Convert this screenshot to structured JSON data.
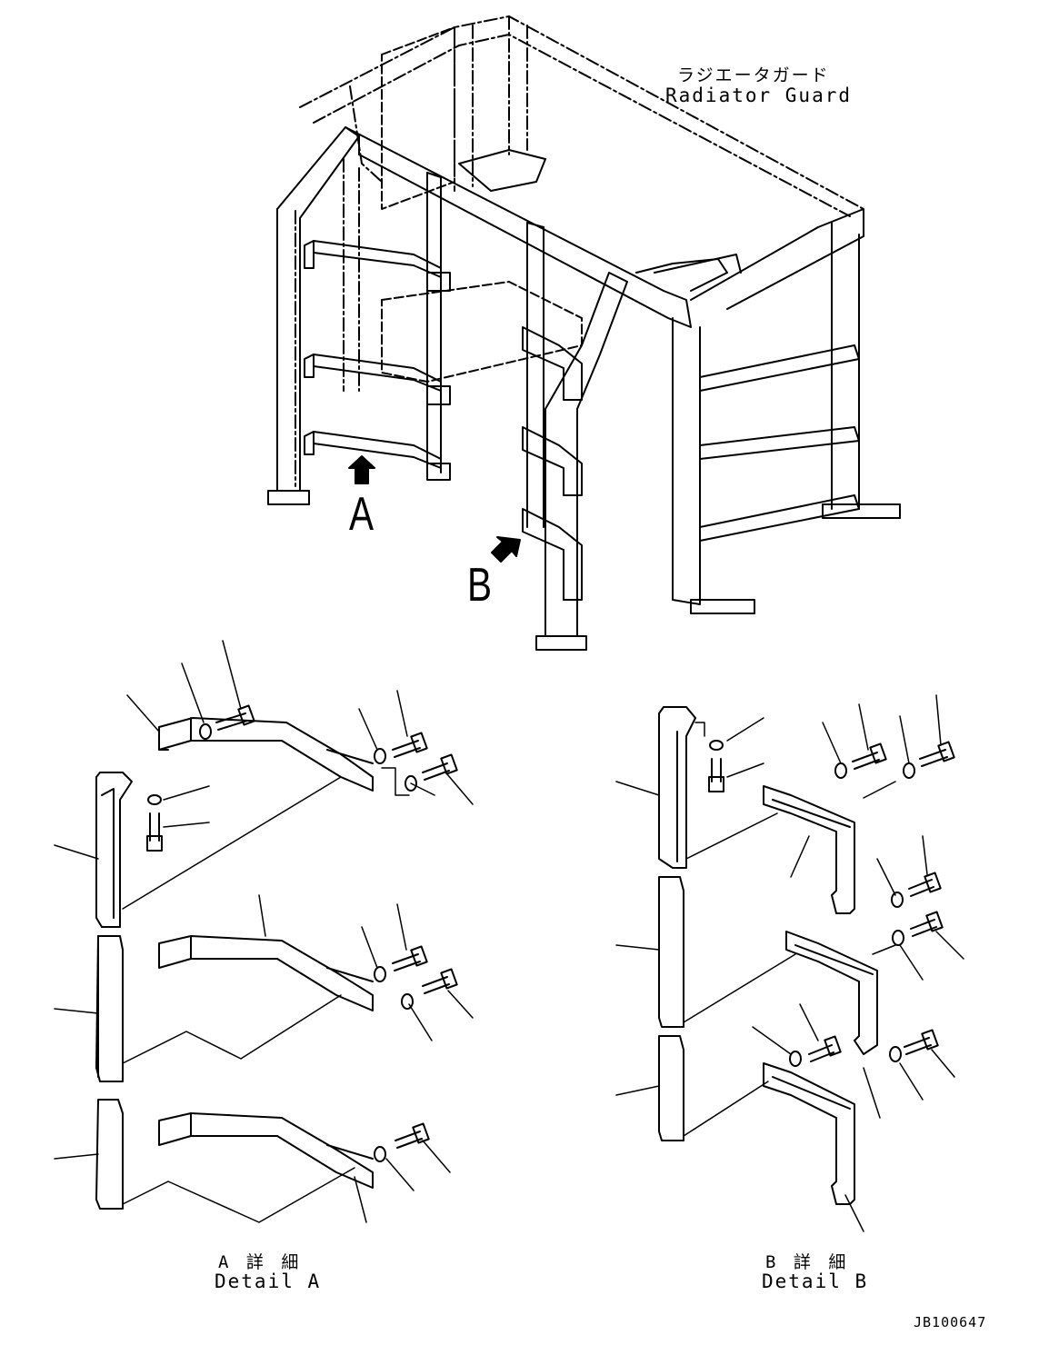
{
  "title_jp": "ラジエータガード",
  "title_en": "Radiator Guard",
  "view_a_letter": "A",
  "view_b_letter": "B",
  "detail_a_jp": "A 詳 細",
  "detail_a_en": "Detail A",
  "detail_b_jp": "B 詳 細",
  "detail_b_en": "Detail B",
  "drawing_number": "JB100647"
}
